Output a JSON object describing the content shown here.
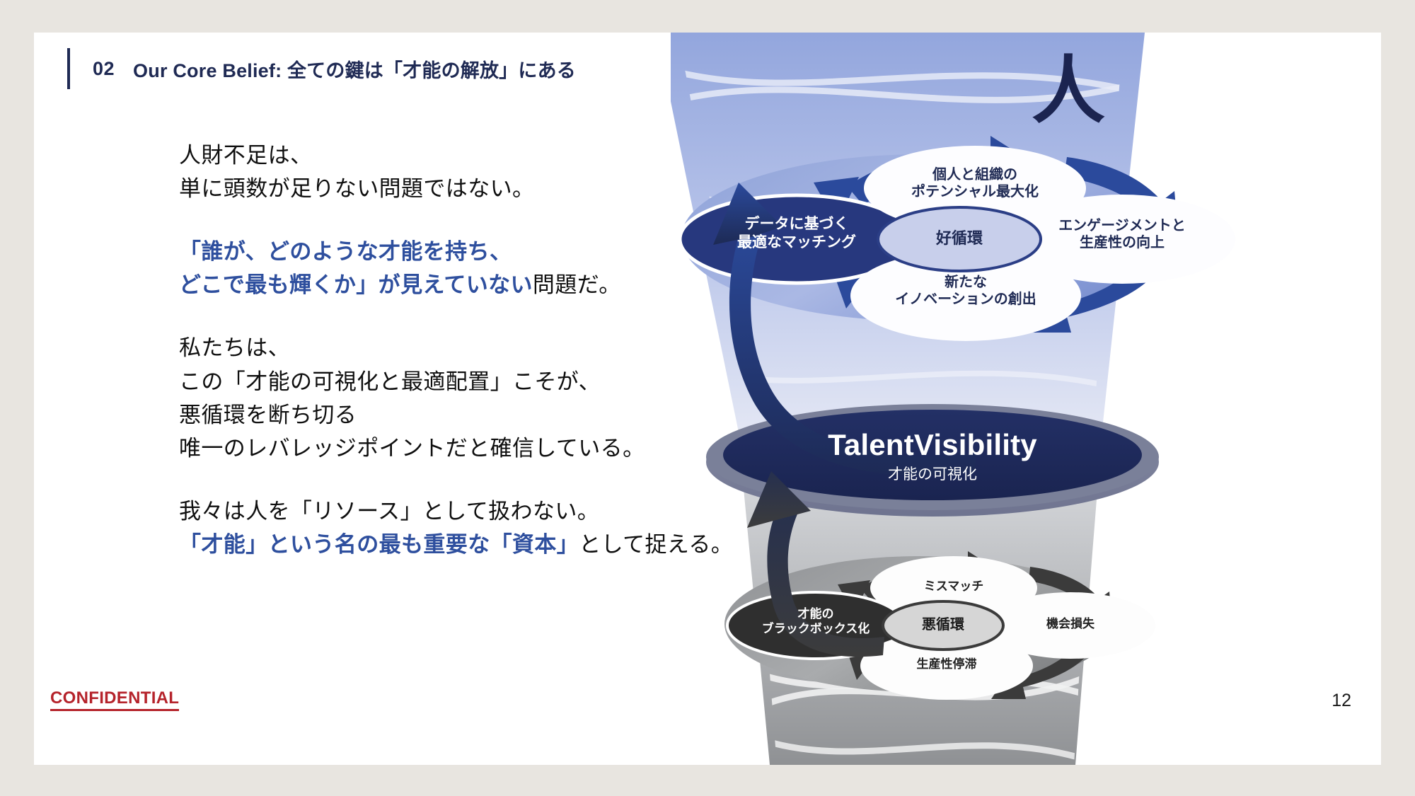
{
  "slide": {
    "page_number": "12",
    "confidential_label": "CONFIDENTIAL",
    "logo_glyph": "人"
  },
  "header": {
    "number": "02",
    "title": "Our Core Belief: 全ての鍵は「才能の解放」にある"
  },
  "body": {
    "paragraphs": [
      {
        "lines": [
          {
            "text": "人財不足は、",
            "color": "dark"
          },
          {
            "text": "単に頭数が足りない問題ではない。",
            "color": "dark"
          }
        ]
      },
      {
        "lines": [
          {
            "text": "「誰が、どのような才能を持ち、",
            "color": "blue"
          },
          {
            "segments": [
              {
                "text": "どこで最も輝くか」が見えていない",
                "color": "blue"
              },
              {
                "text": "問題だ。",
                "color": "dark"
              }
            ]
          }
        ]
      },
      {
        "lines": [
          {
            "text": "私たちは、",
            "color": "dark"
          },
          {
            "text": "この「才能の可視化と最適配置」こそが、",
            "color": "dark"
          },
          {
            "text": "悪循環を断ち切る",
            "color": "dark"
          },
          {
            "text": "唯一のレバレッジポイントだと確信している。",
            "color": "dark"
          }
        ]
      },
      {
        "tight": true,
        "lines": [
          {
            "text": "我々は人を「リソース」として扱わない。",
            "color": "dark"
          },
          {
            "segments": [
              {
                "text": "「才能」という名の最も重要な「資本」",
                "color": "blue"
              },
              {
                "text": "として捉える。",
                "color": "dark"
              }
            ]
          }
        ]
      }
    ]
  },
  "diagram": {
    "center_band": {
      "title": "TalentVisibility",
      "subtitle": "才能の可視化"
    },
    "virtuous_cycle": {
      "hub_label": "好循環",
      "highlight_label_line1": "データに基づく",
      "highlight_label_line2": "最適なマッチング",
      "nodes": [
        {
          "line1": "個人と組織の",
          "line2": "ポテンシャル最大化"
        },
        {
          "line1": "エンゲージメントと",
          "line2": "生産性の向上"
        },
        {
          "line1": "新たな",
          "line2": "イノベーションの創出"
        }
      ]
    },
    "vicious_cycle": {
      "hub_label": "悪循環",
      "highlight_label_line1": "才能の",
      "highlight_label_line2": "ブラックボックス化",
      "nodes": [
        {
          "line1": "ミスマッチ",
          "line2": ""
        },
        {
          "line1": "機会損失",
          "line2": ""
        },
        {
          "line1": "生産性停滞",
          "line2": ""
        }
      ]
    }
  },
  "colors": {
    "navy": "#1f2a54",
    "accent_blue": "#2e4f9e",
    "band_fill": "#1f2a5e",
    "arrow_blue": "#2b4a9c",
    "confidential_red": "#b5232b",
    "page_bg": "#e8e5e0",
    "funnel_top": "#a8b6e2",
    "funnel_bottom": "#9a9a9a"
  }
}
